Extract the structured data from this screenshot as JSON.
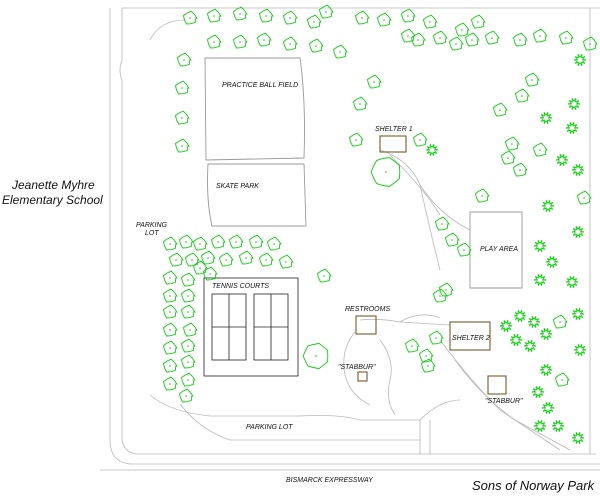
{
  "map": {
    "title": "Sons of Norway Park",
    "school": [
      "Jeanette Myhre",
      "Elementary School"
    ],
    "roads": {
      "expressway": "BISMARCK EXPRESSWAY"
    },
    "features": {
      "practice_ball_field": "PRACTICE BALL FIELD",
      "skate_park": "SKATE PARK",
      "tennis_courts": "TENNIS COURTS",
      "parking_lot_west": [
        "PARKING",
        "LOT"
      ],
      "parking_lot_south": "PARKING LOT",
      "shelter_1": "SHELTER 1",
      "shelter_2": "SHELTER 2",
      "play_area": "PLAY AREA",
      "restrooms": "RESTROOMS",
      "stabbur_1": "\"STABBUR\"",
      "stabbur_2": "\"STABBUR\""
    },
    "colors": {
      "trees": "#11cc11",
      "buildings": "#7a5a2a",
      "roads": "#b8b8b8"
    }
  }
}
